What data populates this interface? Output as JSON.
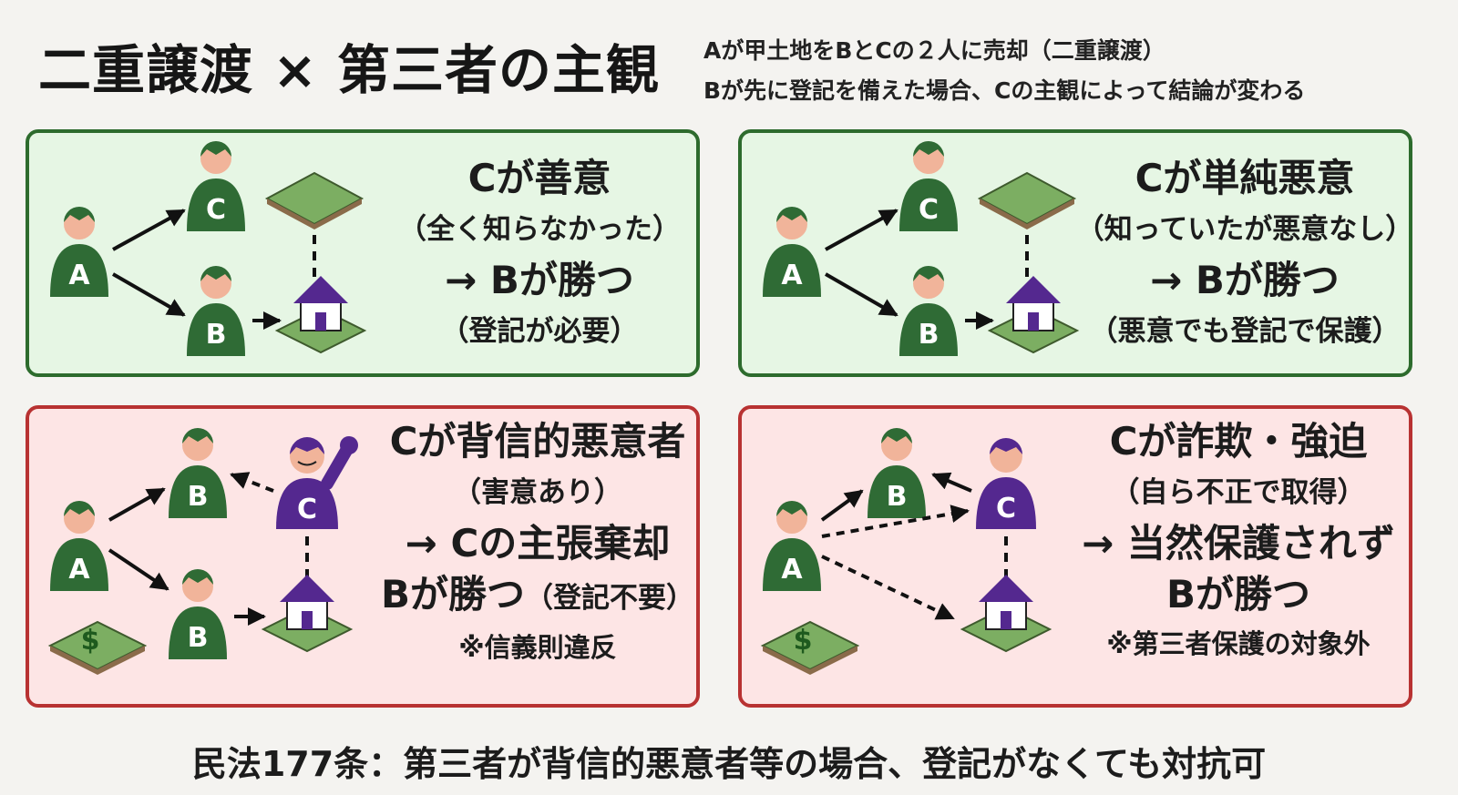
{
  "title": "二重譲渡 × 第三者の主観",
  "subtitle": {
    "line1": "Aが甲土地をBとCの２人に売却（二重譲渡）",
    "line2": "Bが先に登記を備えた場合、Cの主観によって結論が変わる"
  },
  "colors": {
    "green_panel_bg": "#e6f6e4",
    "green_border": "#2d6b2d",
    "red_panel_bg": "#fde5e5",
    "red_border": "#b83232",
    "person_green": "#2f6b35",
    "person_purple": "#54288f",
    "skin": "#f1b49a",
    "land": "#7cae62"
  },
  "panels": [
    {
      "heading": "Cが善意",
      "sub": "（全く知らなかった）",
      "result": "→ Bが勝つ",
      "note": "（登記が必要）",
      "people": [
        "A",
        "C",
        "B"
      ]
    },
    {
      "heading": "Cが単純悪意",
      "sub": "（知っていたが悪意なし）",
      "result": "→ Bが勝つ",
      "note": "（悪意でも登記で保護）",
      "people": [
        "A",
        "C",
        "B"
      ]
    },
    {
      "heading": "Cが背信的悪意者",
      "sub": "（害意あり）",
      "result": "→ Cの主張棄却",
      "result2_main": "Bが勝つ",
      "result2_paren": "（登記不要）",
      "note": "※信義則違反",
      "people": [
        "A",
        "B",
        "C",
        "B"
      ],
      "money": "$"
    },
    {
      "heading": "Cが詐欺・強迫",
      "sub": "（自ら不正で取得）",
      "result": "→ 当然保護されず",
      "result2_main": "Bが勝つ",
      "note": "※第三者保護の対象外",
      "people": [
        "A",
        "B",
        "C"
      ],
      "money": "$"
    }
  ],
  "footer": "民法177条：第三者が背信的悪意者等の場合、登記がなくても対抗可"
}
